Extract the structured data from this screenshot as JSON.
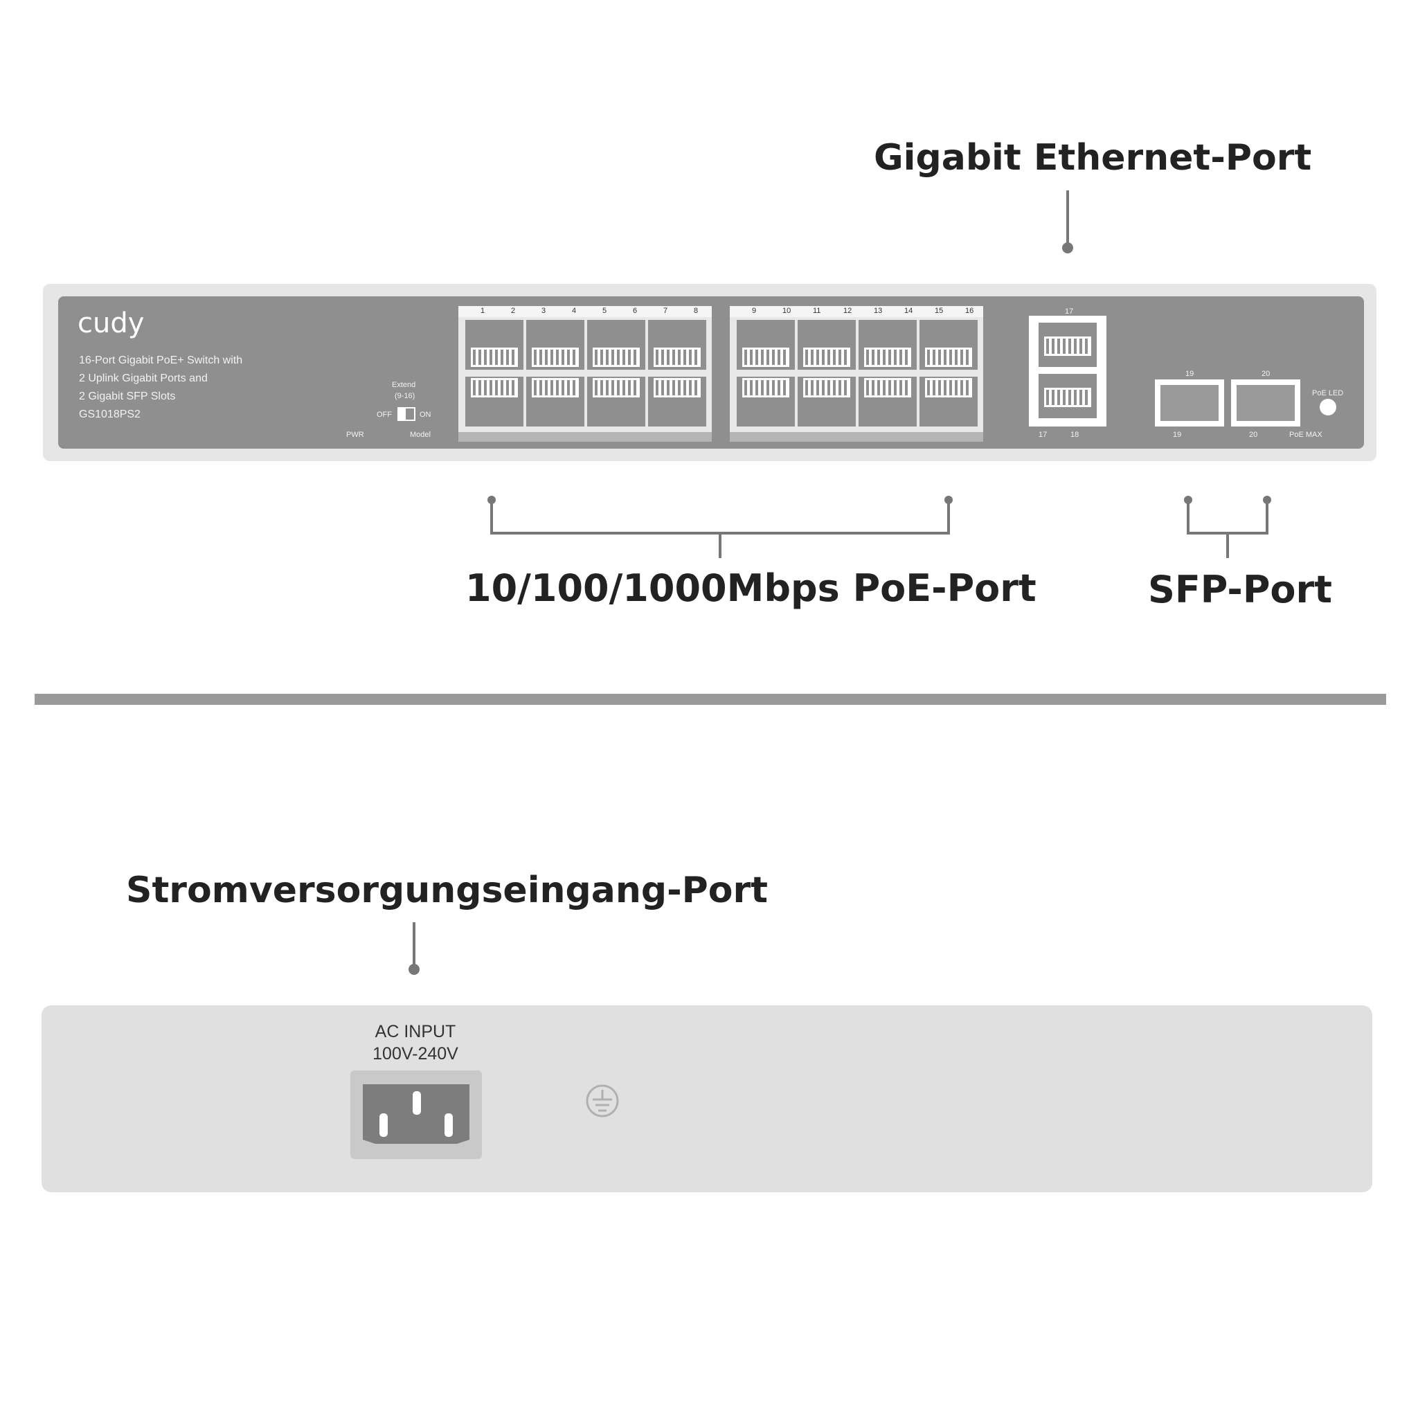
{
  "callouts": {
    "gigabit_ethernet": "Gigabit Ethernet-Port",
    "poe_port": "10/100/1000Mbps PoE-Port",
    "sfp_port": "SFP-Port",
    "power_input": "Stromversorgungseingang-Port"
  },
  "front_panel": {
    "brand": "cudy",
    "description_lines": [
      "16-Port Gigabit PoE+ Switch with",
      "2 Uplink Gigabit Ports and",
      "2 Gigabit SFP Slots"
    ],
    "model": "GS1018PS2",
    "extend_label": "Extend",
    "extend_sub": "(9-16)",
    "switch_off": "OFF",
    "switch_on": "ON",
    "pwr_label": "PWR",
    "mode_label": "Model",
    "poe_led_label": "PoE LED",
    "poe_max_label": "PoE MAX",
    "port_17_label": "17",
    "port_18_label": "18",
    "port_19_label": "19",
    "port_20_label": "20",
    "poe_top_labels_left": [
      "1",
      "2",
      "3",
      "4",
      "5",
      "6",
      "7",
      "8"
    ],
    "poe_top_labels_right": [
      "9",
      "10",
      "11",
      "12",
      "13",
      "14",
      "15",
      "16"
    ]
  },
  "rear_panel": {
    "ac_input_line1": "AC INPUT",
    "ac_input_line2": "100V-240V"
  },
  "colors": {
    "panel_outer": "#e6e6e6",
    "panel_front": "#8f8f8f",
    "port_fill": "#ffffff",
    "divider": "#9a9a9a",
    "rear_panel": "#e0e0e0",
    "connector_outer": "#c9c9c9",
    "connector_inner": "#7d7d7d",
    "leader_line": "#777777"
  },
  "icons": {
    "ground": "ground-symbol-icon",
    "power_connector": "iec-c14-connector-icon"
  }
}
